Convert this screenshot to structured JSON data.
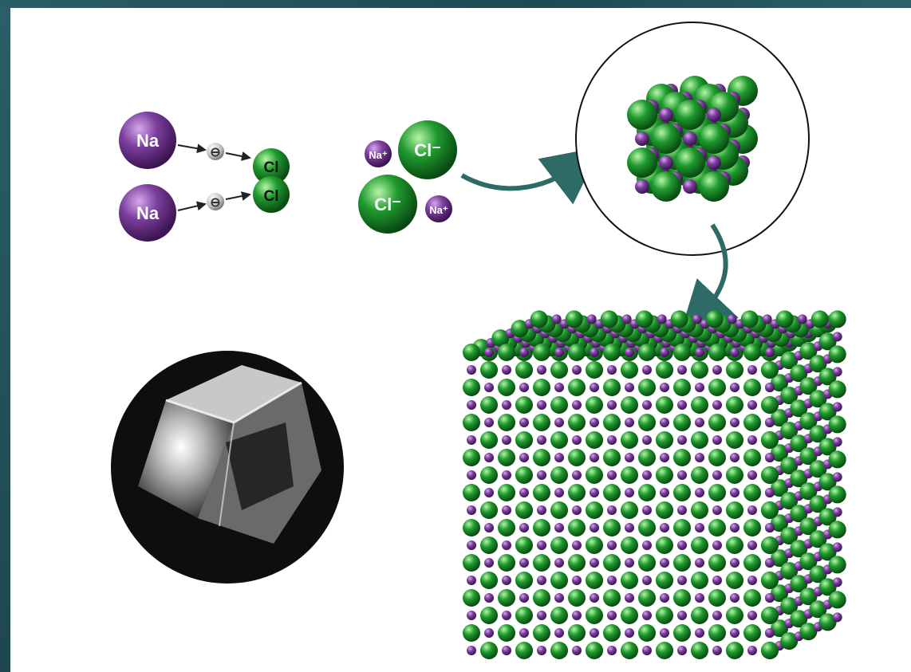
{
  "labels": {
    "sodium": "Na",
    "chlorine": "Cl",
    "electron": "⊖",
    "sodium_ion": "Na⁺",
    "chloride_ion": "Cl⁻"
  },
  "colors": {
    "frame": "#25525a",
    "sodium": "#7b3f9c",
    "chlorine": "#1f9a2e",
    "electron": "#c8c8c8",
    "arrow": "#2f6b66",
    "crystal_backdrop": "#111111"
  },
  "lattice": {
    "cell_view_ions": "alternating Na+ / Cl- rock-salt lattice",
    "bulk_cube_ions": "alternating Na+ / Cl- rock-salt lattice"
  }
}
